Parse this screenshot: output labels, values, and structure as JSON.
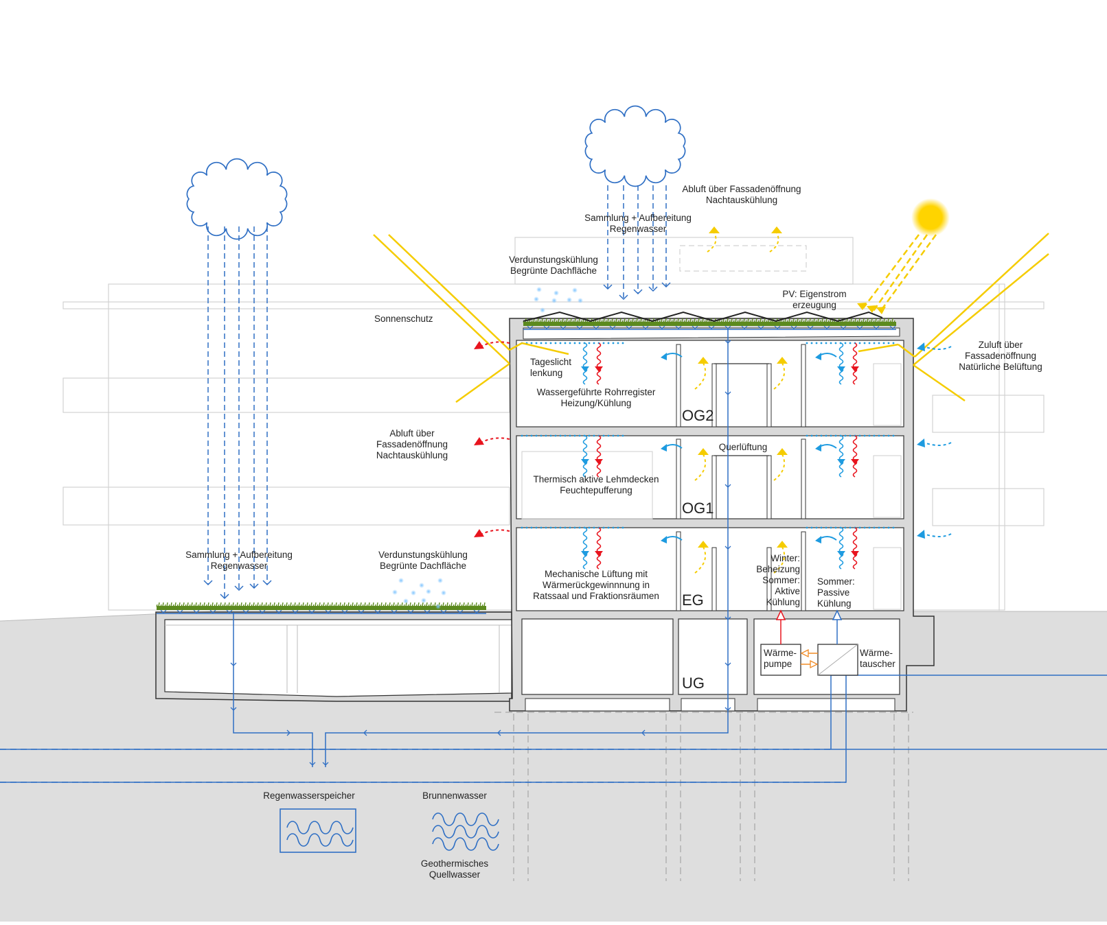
{
  "title": "Klimakonzept Gebäudeschnitt",
  "colors": {
    "ground": "#dedede",
    "water_blue": "#2f6fc4",
    "air_blue": "#1e9be0",
    "warm_red": "#e8141e",
    "sun_yellow": "#f5cc00",
    "heat_orange": "#f08a24",
    "grass_green": "#5c8a1e",
    "wall_gray": "#d9d9d9",
    "ghost_line": "#cfcfcf",
    "ink": "#222222"
  },
  "annotations": {
    "rain_left": [
      "Sammlung + Aufbereitung",
      "Regenwasser"
    ],
    "green_roof_low": [
      "Verdunstungskühlung",
      "Begrünte Dachfläche"
    ],
    "rain_top": [
      "Sammlung + Aufbereitung",
      "Regenwasser"
    ],
    "green_roof_top": [
      "Verdunstungskühlung",
      "Begrünte Dachfläche"
    ],
    "exhaust_top": [
      "Abluft über Fassadenöffnung",
      "Nachtauskühlung"
    ],
    "pv": [
      "PV: Eigenstrom",
      "erzeugung"
    ],
    "sun_shading": "Sonnenschutz",
    "exhaust_left": [
      "Abluft über",
      "Fassadenöffnung",
      "Nachtauskühlung"
    ],
    "supply_air": [
      "Zuluft über",
      "Fassadenöffnung",
      "Natürliche Belüftung"
    ],
    "daylight": [
      "Tageslicht",
      "lenkung"
    ],
    "pipe_register": [
      "Wassergeführte Rohrregister",
      "Heizung/Kühlung"
    ],
    "cross_ventilation": "Querlüftung",
    "clay_ceilings": [
      "Thermisch aktive Lehmdecken",
      "Feuchtepufferung"
    ],
    "mech_ventilation": [
      "Mechanische Lüftung mit",
      "Wärmerückgewinnnung in",
      "Ratssaal und Fraktionsräumen"
    ],
    "winter_summer_active": [
      "Winter:",
      "Beheizung",
      "Sommer:",
      "Aktive",
      "Kühlung"
    ],
    "summer_passive": [
      "Sommer:",
      "Passive",
      "Kühlung"
    ],
    "heat_pump": [
      "Wärme-",
      "pumpe"
    ],
    "heat_exchanger": [
      "Wärme-",
      "tauscher"
    ],
    "rainwater_tank": "Regenwasserspeicher",
    "well_water": "Brunnenwasser",
    "geothermal": [
      "Geothermisches",
      "Quellwasser"
    ]
  },
  "floors": [
    "OG2",
    "OG1",
    "EG",
    "UG"
  ],
  "icons": [
    "cloud-icon",
    "cloud-icon",
    "sun-icon",
    "rain-arrows",
    "wave-icon",
    "heat-exchanger-icon",
    "air-flow-arrow",
    "radiant-wave-arrow"
  ]
}
